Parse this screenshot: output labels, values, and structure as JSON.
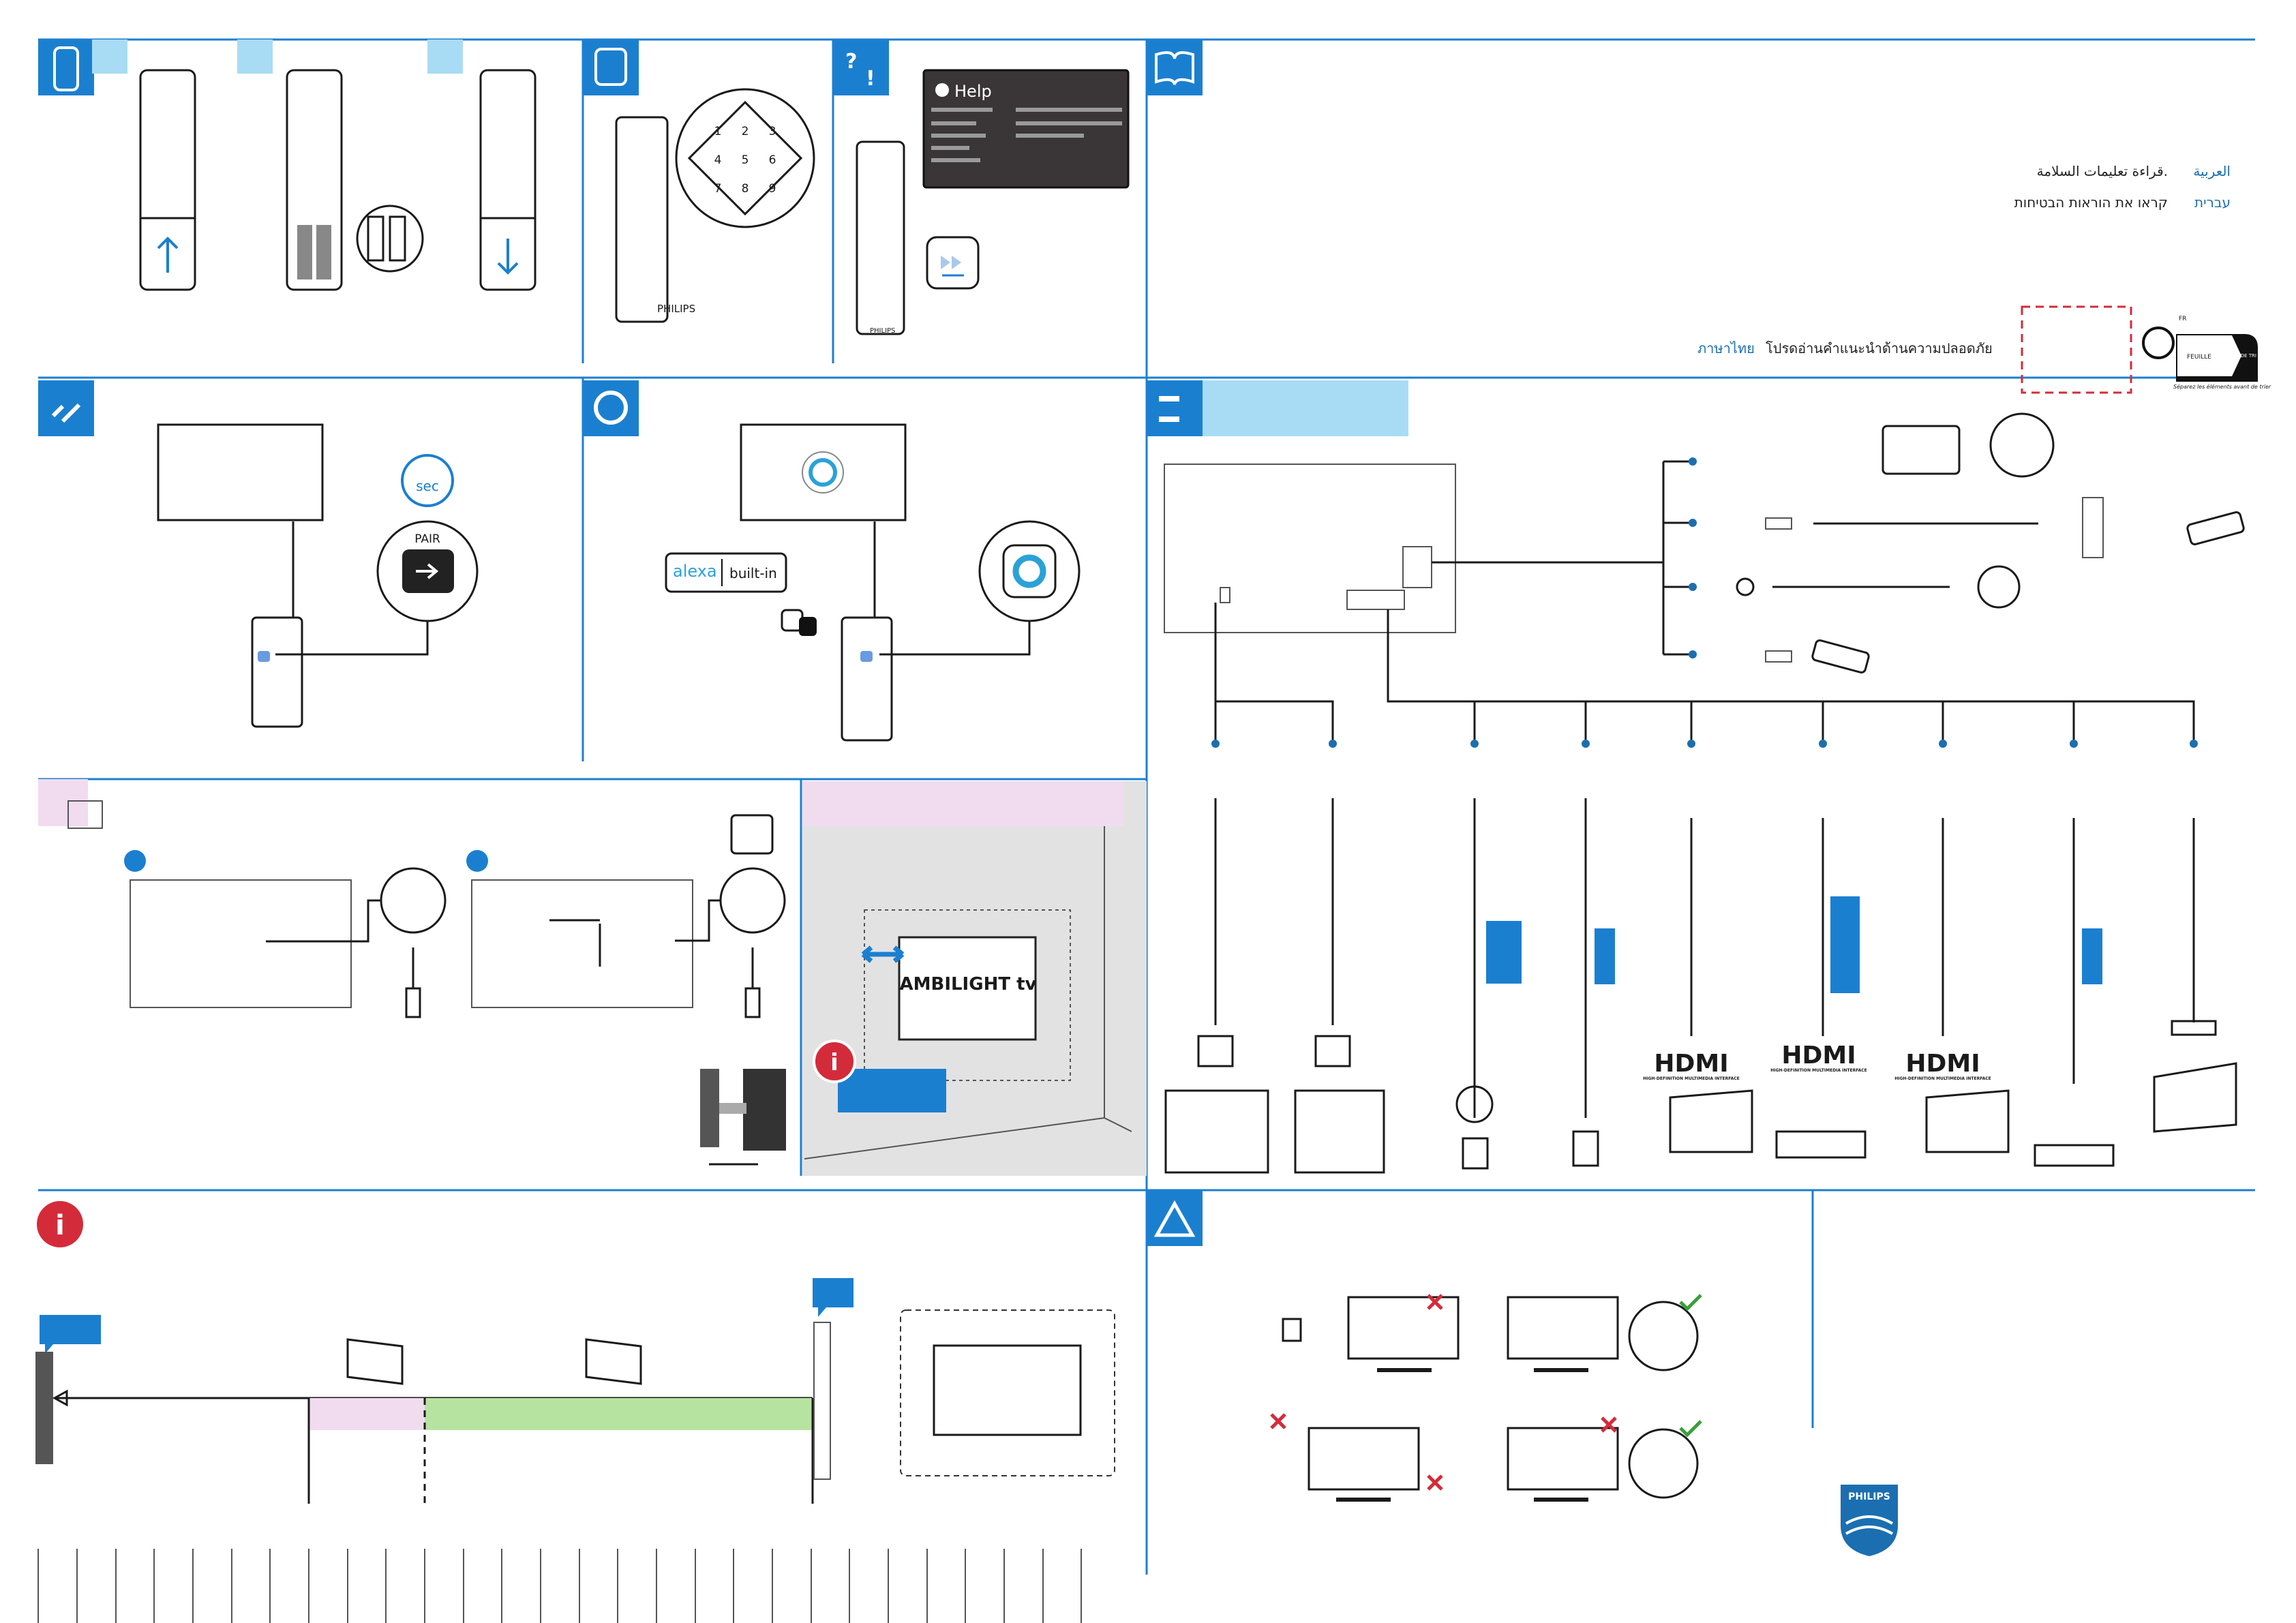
{
  "colors": {
    "accent": "#1b7fd0",
    "light_accent": "#a8dcf5",
    "pink": "#f1dcef",
    "green": "#b7e3a0",
    "warning_red": "#d42b3a",
    "alexa": "#2aa2d8"
  },
  "remote_section": {
    "icon": "remote-icon"
  },
  "keypad": {
    "digits": [
      "1",
      "2",
      "3",
      "4",
      "5",
      "6",
      "7",
      "8",
      "9"
    ],
    "remote_brand": "PHILIPS"
  },
  "help_section": {
    "icon": "help-chat-icon",
    "screen_title": "Help"
  },
  "safety_languages": {
    "icon": "manual-info-icon",
    "items": [
      {
        "language": "العربية",
        "text": "قراءة تعليمات السلامة."
      },
      {
        "language": "עברית",
        "text": "קראו את הוראות הבטיחות"
      },
      {
        "language": "ภาษาไทย",
        "text": "โปรดอ่านคำแนะนำด้านความปลอดภัย"
      }
    ],
    "recycle_logo": {
      "country": "FR",
      "label": "FEUILLE",
      "bin": "BAC DE TRI",
      "caption": "Séparez les éléments avant de trier"
    }
  },
  "pairing": {
    "icon": "link-icon",
    "timer_label": "sec",
    "pair_label": "PAIR"
  },
  "alexa": {
    "icon": "alexa-icon",
    "badge_brand": "alexa",
    "badge_text": "built-in"
  },
  "connections": {
    "icon": "connector-icon",
    "hdmi_logos": [
      {
        "text": "HDMI",
        "sub": "HIGH-DEFINITION MULTIMEDIA INTERFACE"
      },
      {
        "text": "HDMI",
        "sub": "HIGH-DEFINITION MULTIMEDIA INTERFACE"
      },
      {
        "text": "HDMI",
        "sub": "HIGH-DEFINITION MULTIMEDIA INTERFACE"
      }
    ]
  },
  "ambilight": {
    "tv_label": "AMBILIGHT tv"
  },
  "placement": {
    "icon": "info-icon"
  },
  "warnings": {
    "icon": "warning-icon"
  },
  "brand": {
    "logo": "PHILIPS"
  }
}
